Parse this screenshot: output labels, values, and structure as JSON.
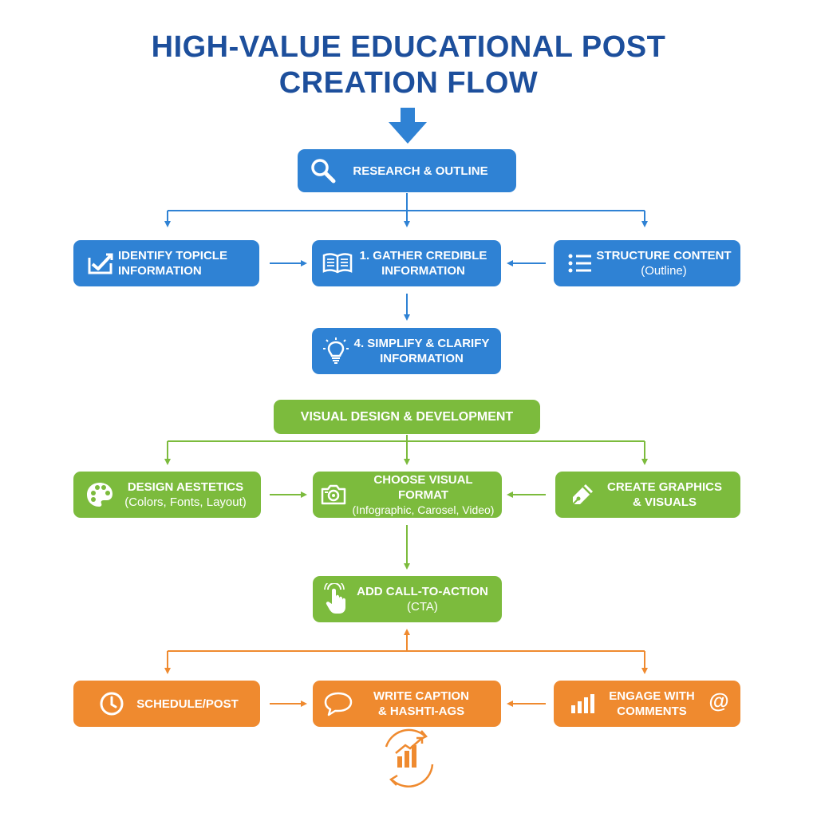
{
  "title": {
    "line1": "HIGH-VALUE EDUCATIONAL POST",
    "line2": "CREATION FLOW"
  },
  "phase1": {
    "header": {
      "label": "RESEARCH & OUTLINE",
      "icon": "search-icon"
    },
    "left": {
      "line1": "IDENTIFY TOPICLE",
      "line2": "INFORMATION",
      "icon": "check-chart-icon"
    },
    "center": {
      "line1": "1. GATHER CREDIBLE",
      "line2": "INFORMATION",
      "icon": "open-book-icon"
    },
    "right": {
      "line1": "STRUCTURE CONTENT",
      "line2": "(Outline)",
      "icon": "bullet-list-icon"
    },
    "bottom": {
      "line1": "4. SIMPLIFY & CLARIFY",
      "line2": "INFORMATION",
      "icon": "lightbulb-icon"
    }
  },
  "phase2": {
    "header": {
      "label": "VISUAL DESIGN & DEVELOPMENT"
    },
    "left": {
      "line1": "DESIGN AESTETICS",
      "line2": "(Colors, Fonts, Layout)",
      "icon": "palette-icon"
    },
    "center": {
      "line1": "CHOOSE VISUAL FORMAT",
      "line2": "(Infographic, Carosel, Video)",
      "icon": "camera-icon"
    },
    "right": {
      "line1": "CREATE GRAPHICS",
      "line2": "& VISUALS",
      "icon": "pen-icon"
    },
    "bottom": {
      "line1": "ADD CALL-TO-ACTION",
      "line2": "(CTA)",
      "icon": "tap-hand-icon"
    }
  },
  "phase3": {
    "left": {
      "label": "SCHEDULE/POST",
      "icon": "clock-icon"
    },
    "center": {
      "line1": "WRITE CAPTION",
      "line2": "& HASHTI-AGS",
      "icon": "speech-bubble-icon"
    },
    "right": {
      "line1": "ENGAGE WITH",
      "line2": "COMMENTS",
      "icon_left": "bar-chart-icon",
      "icon_right": "at-sign-icon"
    },
    "footer_icon": "growth-cycle-icon"
  },
  "colors": {
    "title": "#1d4f9c",
    "blue": "#2f82d4",
    "green": "#7cbb3d",
    "orange": "#ef8a2f"
  }
}
